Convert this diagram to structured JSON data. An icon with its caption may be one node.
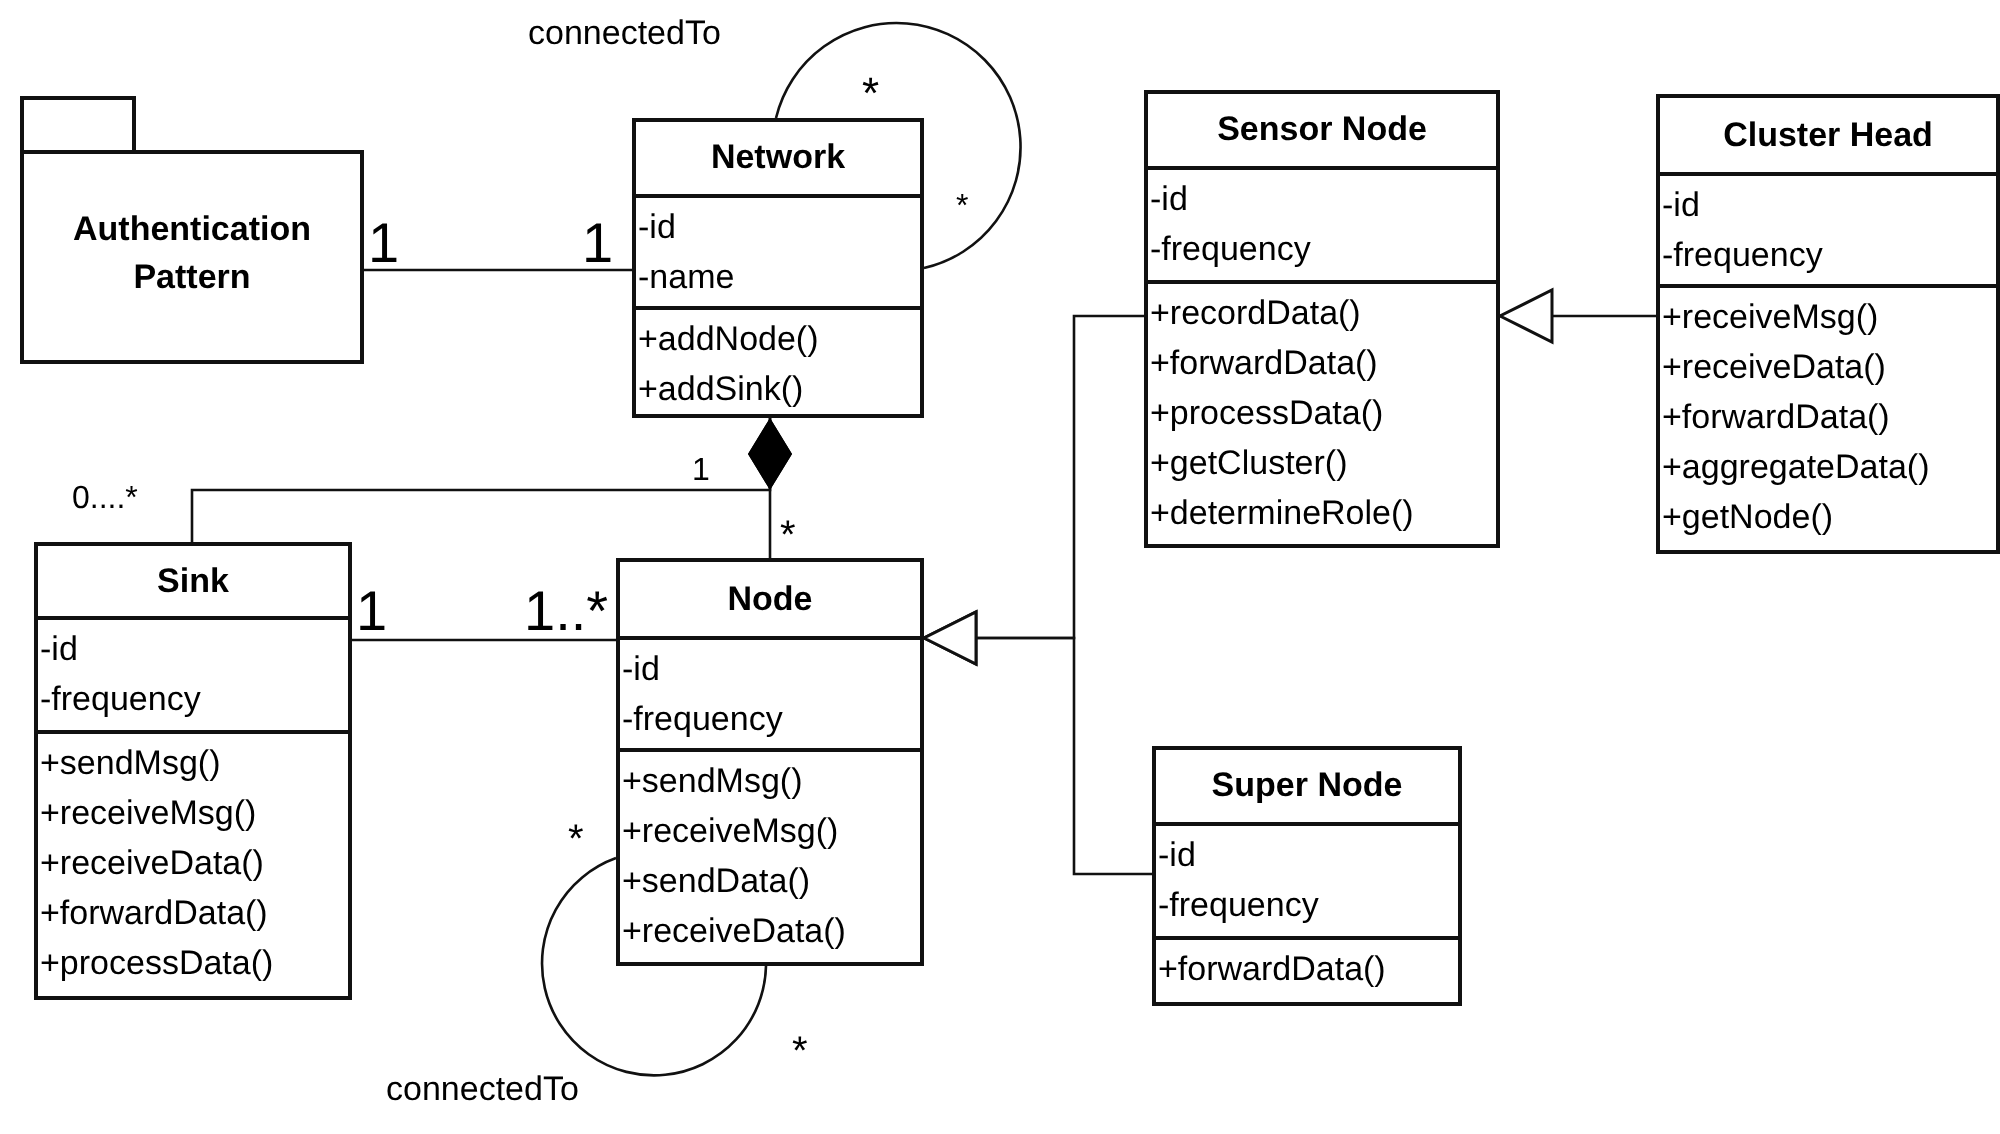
{
  "diagram": {
    "nodes": [
      {
        "text": [
          "Authentication Pattern"
        ]
      },
      {
        "text": [
          "Network"
        ]
      },
      {
        "text": [
          "-id",
          "-name"
        ],
        "in": 1
      },
      {
        "text": [
          "+addNode()",
          "+addSink()"
        ],
        "in": 1
      },
      {
        "text": [
          "Sensor Node"
        ]
      },
      {
        "text": [
          "-id",
          "-frequency"
        ],
        "in": 4
      },
      {
        "text": [
          "+recordData()",
          "+forwardData()",
          "+processData()",
          "+getCluster()",
          "+determineRole()"
        ],
        "in": 4
      },
      {
        "text": [
          "Cluster Head"
        ]
      },
      {
        "text": [
          "-id",
          "-frequency"
        ],
        "in": 7
      },
      {
        "text": [
          "+receiveMsg()",
          "+receiveData()",
          "+forwardData()",
          "+aggregateData()",
          "+getNode()"
        ],
        "in": 7
      },
      {
        "text": [
          "Sink"
        ]
      },
      {
        "text": [
          "-id",
          "-frequency"
        ],
        "in": 10
      },
      {
        "text": [
          "+sendMsg()",
          "+receiveMsg()",
          "+receiveData()",
          "+forwardData()",
          "+processData()"
        ],
        "in": 10
      },
      {
        "text": [
          "Node"
        ]
      },
      {
        "text": [
          "-id",
          "-frequency"
        ],
        "in": 13
      },
      {
        "text": [
          "+sendMsg()",
          "+receiveMsg()",
          "+sendData()",
          "+receiveData()"
        ],
        "in": 13
      },
      {
        "text": [
          "Super Node"
        ]
      },
      {
        "text": [
          "-id",
          "-frequency"
        ],
        "in": 16
      },
      {
        "text": [
          "+forwardData()"
        ],
        "in": 16
      }
    ],
    "edges": [
      {
        "from": 0,
        "to": 1,
        "arrow": "none"
      },
      {
        "from": 1,
        "to": 2,
        "arrow": "none",
        "label": "connectedTo"
      },
      {
        "from": 13,
        "to": 1,
        "arrow": "other"
      },
      {
        "from": 10,
        "to": 1,
        "arrow": "other"
      },
      {
        "from": 10,
        "to": 13,
        "arrow": "none"
      },
      {
        "from": 15,
        "to": 15,
        "arrow": "none",
        "label": "connectedTo"
      },
      {
        "from": 4,
        "to": 13,
        "arrow": "to"
      },
      {
        "from": 16,
        "to": 13,
        "arrow": "to"
      },
      {
        "from": 7,
        "to": 4,
        "arrow": "to"
      }
    ],
    "labels": [
      "*",
      "1",
      "1",
      "*",
      "0....*",
      "1",
      "*",
      "1",
      "1..*",
      "*",
      "*"
    ]
  }
}
